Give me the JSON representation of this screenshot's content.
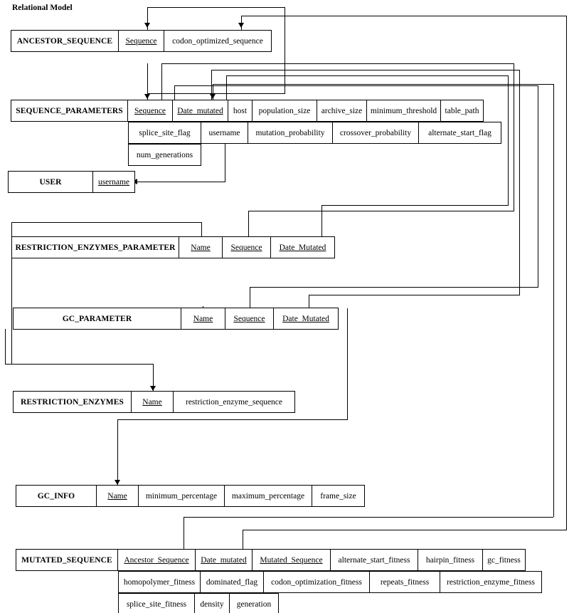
{
  "diagram": {
    "title": "Relational Model",
    "type": "relational-schema",
    "relations": [
      {
        "name": "ANCESTOR_SEQUENCE",
        "rows": [
          [
            {
              "label": "ANCESTOR_SEQUENCE",
              "kind": "entity"
            },
            {
              "label": "Sequence",
              "kind": "pk"
            },
            {
              "label": "codon_optimized_sequence",
              "kind": "attr"
            }
          ]
        ]
      },
      {
        "name": "SEQUENCE_PARAMETERS",
        "rows": [
          [
            {
              "label": "SEQUENCE_PARAMETERS",
              "kind": "entity"
            },
            {
              "label": "Sequence",
              "kind": "pk"
            },
            {
              "label": "Date_mutated",
              "kind": "pk"
            },
            {
              "label": "host",
              "kind": "attr"
            },
            {
              "label": "population_size",
              "kind": "attr"
            },
            {
              "label": "archive_size",
              "kind": "attr"
            },
            {
              "label": "minimum_threshold",
              "kind": "attr"
            },
            {
              "label": "table_path",
              "kind": "attr"
            }
          ],
          [
            {
              "label": "splice_site_flag",
              "kind": "attr"
            },
            {
              "label": "username",
              "kind": "attr"
            },
            {
              "label": "mutation_probability",
              "kind": "attr"
            },
            {
              "label": "crossover_probability",
              "kind": "attr"
            },
            {
              "label": "alternate_start_flag",
              "kind": "attr"
            }
          ],
          [
            {
              "label": "num_generations",
              "kind": "attr"
            }
          ]
        ]
      },
      {
        "name": "USER",
        "rows": [
          [
            {
              "label": "USER",
              "kind": "entity"
            },
            {
              "label": "username",
              "kind": "pk"
            }
          ]
        ]
      },
      {
        "name": "RESTRICTION_ENZYMES_PARAMETER",
        "rows": [
          [
            {
              "label": "RESTRICTION_ENZYMES_PARAMETER",
              "kind": "entity"
            },
            {
              "label": "Name",
              "kind": "pk"
            },
            {
              "label": "Sequence",
              "kind": "pk"
            },
            {
              "label": "Date_Mutated",
              "kind": "pk"
            }
          ]
        ]
      },
      {
        "name": "GC_PARAMETER",
        "rows": [
          [
            {
              "label": "GC_PARAMETER",
              "kind": "entity"
            },
            {
              "label": "Name",
              "kind": "pk"
            },
            {
              "label": "Sequence",
              "kind": "pk"
            },
            {
              "label": "Date_Mutated",
              "kind": "pk"
            }
          ]
        ]
      },
      {
        "name": "RESTRICTION_ENZYMES",
        "rows": [
          [
            {
              "label": "RESTRICTION_ENZYMES",
              "kind": "entity"
            },
            {
              "label": "Name",
              "kind": "pk"
            },
            {
              "label": "restriction_enzyme_sequence",
              "kind": "attr"
            }
          ]
        ]
      },
      {
        "name": "GC_INFO",
        "rows": [
          [
            {
              "label": "GC_INFO",
              "kind": "entity"
            },
            {
              "label": "Name",
              "kind": "pk"
            },
            {
              "label": "minimum_percentage",
              "kind": "attr"
            },
            {
              "label": "maximum_percentage",
              "kind": "attr"
            },
            {
              "label": "frame_size",
              "kind": "attr"
            }
          ]
        ]
      },
      {
        "name": "MUTATED_SEQUENCE",
        "rows": [
          [
            {
              "label": "MUTATED_SEQUENCE",
              "kind": "entity"
            },
            {
              "label": "Ancestor_Sequence",
              "kind": "pk"
            },
            {
              "label": "Date_mutated",
              "kind": "pk"
            },
            {
              "label": "Mutated_Sequence",
              "kind": "pk"
            },
            {
              "label": "alternate_start_fitness",
              "kind": "attr"
            },
            {
              "label": "hairpin_fitness",
              "kind": "attr"
            },
            {
              "label": "gc_fitness",
              "kind": "attr"
            }
          ],
          [
            {
              "label": "homopolymer_fitness",
              "kind": "attr"
            },
            {
              "label": "dominated_flag",
              "kind": "attr"
            },
            {
              "label": "codon_optimization_fitness",
              "kind": "attr"
            },
            {
              "label": "repeats_fitness",
              "kind": "attr"
            },
            {
              "label": "restriction_enzyme_fitness",
              "kind": "attr"
            }
          ],
          [
            {
              "label": "splice_site_fitness",
              "kind": "attr"
            },
            {
              "label": "density",
              "kind": "attr"
            },
            {
              "label": "generation",
              "kind": "attr"
            }
          ]
        ]
      }
    ],
    "colors": {
      "line": "#000000",
      "box_border": "#000000",
      "background": "#ffffff",
      "text": "#000000"
    }
  }
}
